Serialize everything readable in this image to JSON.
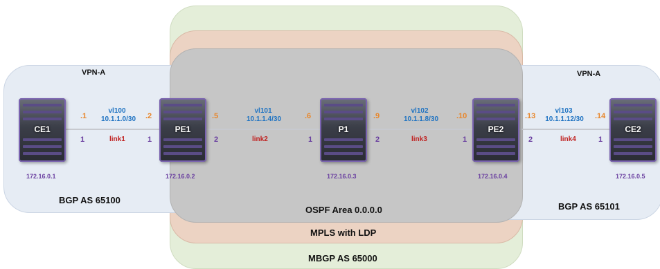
{
  "regions": {
    "mbgp": "MBGP AS 65000",
    "mpls": "MPLS with LDP",
    "ospf": "OSPF Area 0.0.0.0",
    "left_vpn": "VPN-A",
    "right_vpn": "VPN-A",
    "left_bgp": "BGP AS 65100",
    "right_bgp": "BGP AS 65101"
  },
  "routers": [
    {
      "name": "CE1",
      "ip": "172.16.0.1"
    },
    {
      "name": "PE1",
      "ip": "172.16.0.2"
    },
    {
      "name": "P1",
      "ip": "172.16.0.3"
    },
    {
      "name": "PE2",
      "ip": "172.16.0.4"
    },
    {
      "name": "CE2",
      "ip": "172.16.0.5"
    }
  ],
  "links": [
    {
      "name": "link1",
      "vlan": "vl100",
      "subnet": "10.1.1.0/30",
      "left_host": ".1",
      "right_host": ".2",
      "left_port": "1",
      "right_port": "1"
    },
    {
      "name": "link2",
      "vlan": "vl101",
      "subnet": "10.1.1.4/30",
      "left_host": ".5",
      "right_host": ".6",
      "left_port": "2",
      "right_port": "1"
    },
    {
      "name": "link3",
      "vlan": "vl102",
      "subnet": "10.1.1.8/30",
      "left_host": ".9",
      "right_host": ".10",
      "left_port": "2",
      "right_port": "1"
    },
    {
      "name": "link4",
      "vlan": "vl103",
      "subnet": "10.1.1.12/30",
      "left_host": ".13",
      "right_host": ".14",
      "left_port": "2",
      "right_port": "1"
    }
  ],
  "colors": {
    "mbgp_fill": "#e4eed9",
    "mpls_fill": "#ecd3c3",
    "ospf_fill": "#c6c6c6",
    "vpn_fill": "#e6ecf4",
    "vlan_text": "#1f73c2",
    "host_text": "#e8862a",
    "link_text": "#c0201f",
    "ip_text": "#6a3fa0"
  }
}
